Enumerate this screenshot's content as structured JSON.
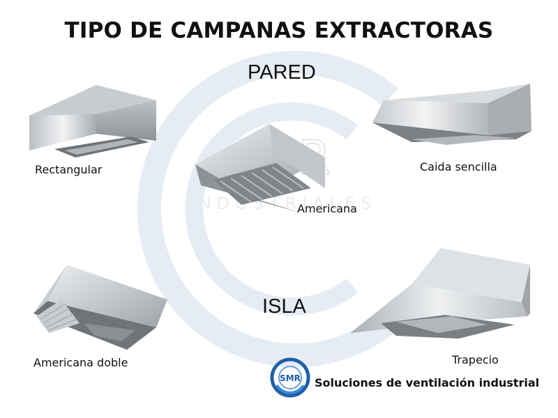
{
  "title": "TIPO DE CAMPANAS EXTRACTORAS",
  "sections": {
    "wall": "PARED",
    "island": "ISLA"
  },
  "hoods": {
    "rectangular": "Rectangular",
    "americana": "Americana",
    "caida_sencilla": "Caida sencilla",
    "americana_doble": "Americana doble",
    "trapecio": "Trapecio"
  },
  "watermark": {
    "brand": "SMR",
    "sub": "INDUSTRIALES"
  },
  "footer": {
    "logo_text": "SMR",
    "tagline": "Soluciones de ventilación industrial"
  },
  "colors": {
    "steel_light": "#e6e8ea",
    "steel_dark": "#8a8f94",
    "logo_blue": "#1f5fa8",
    "watermark": "#dde6ee"
  }
}
